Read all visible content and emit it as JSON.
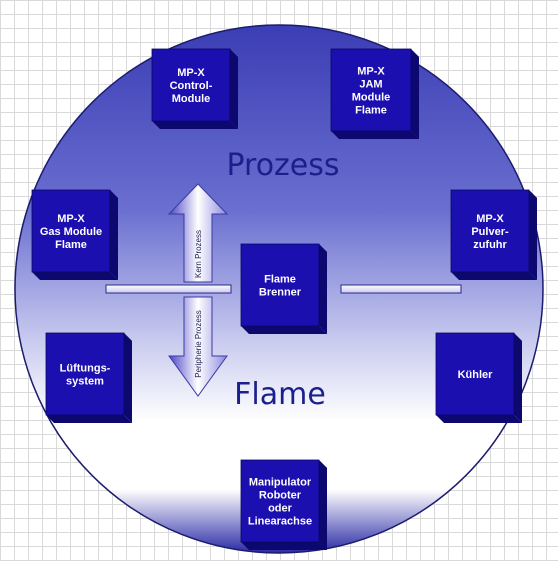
{
  "labels": {
    "top": "Prozess",
    "bottom": "Flame",
    "arrow_up": "Kern Prozess",
    "arrow_down": "Peripherie Prozess"
  },
  "boxes": {
    "control": [
      "MP-X",
      "Control-",
      "Module"
    ],
    "jam": [
      "MP-X",
      "JAM",
      "Module",
      "Flame"
    ],
    "gas": [
      "MP-X",
      "Gas Module",
      "Flame"
    ],
    "pulver": [
      "MP-X",
      "Pulver-",
      "zufuhr"
    ],
    "center": [
      "Flame",
      "Brenner"
    ],
    "lueftung": [
      "Lüftungs-",
      "system"
    ],
    "kuehler": [
      "Kühler"
    ],
    "manipulator": [
      "Manipulator",
      "Roboter",
      "oder",
      "Linearachse"
    ]
  },
  "colors": {
    "box_front": "#1c0fb0",
    "box_side": "#0d0870",
    "box_top": "#3a2ad0",
    "circle_top": "#3f41b8",
    "circle_bottom": "#ffffff",
    "text_dark": "#1a1f8c"
  }
}
